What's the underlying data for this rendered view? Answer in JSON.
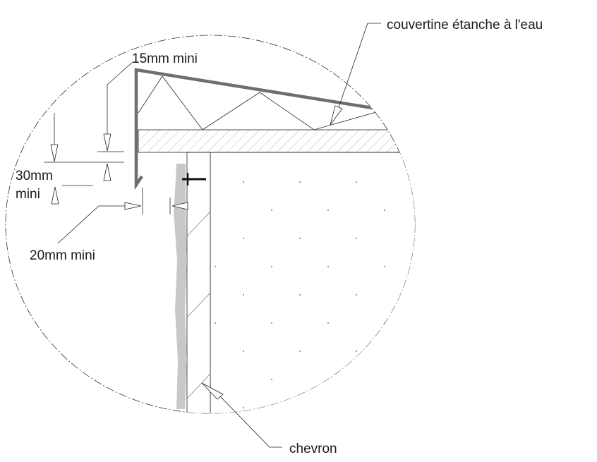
{
  "diagram": {
    "labels": {
      "coping": "couvertine étanche à l'eau",
      "overlap_top": "15mm mini",
      "drop_line1": "30mm",
      "drop_line2": "mini",
      "gap": "20mm mini",
      "rafter": "chevron"
    },
    "colors": {
      "coping": "#6e6e6e",
      "cladding": "#c8c8c8",
      "lines": "#222222"
    }
  }
}
